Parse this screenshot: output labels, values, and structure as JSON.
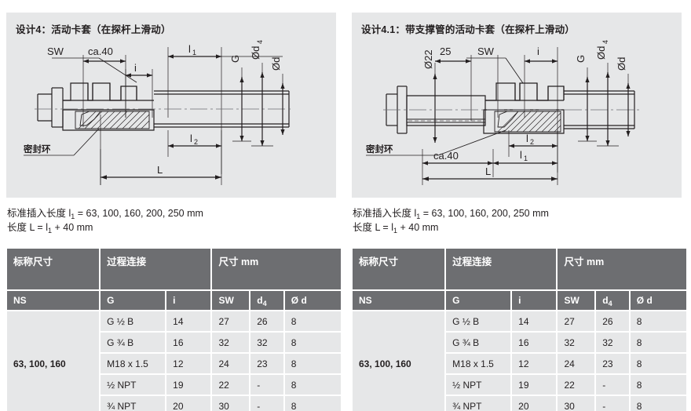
{
  "panels": [
    {
      "title": "设计4：活动卡套（在探杆上滑动）",
      "drawing_labels": {
        "sw": "SW",
        "ca40": "ca.40",
        "i": "i",
        "l1": "l",
        "l1_sub": "1",
        "l2": "l",
        "l2_sub": "2",
        "L": "L",
        "G": "G",
        "d4": "Ød",
        "d4_sub": "4",
        "d": "Ød",
        "seal_ring": "密封环"
      }
    },
    {
      "title": "设计4.1：带支撑管的活动卡套（在探杆上滑动）",
      "drawing_labels": {
        "d22": "Ø22",
        "n25": "25",
        "sw": "SW",
        "i": "i",
        "ca40": "ca.40",
        "l1": "l",
        "l1_sub": "1",
        "l2": "l",
        "l2_sub": "2",
        "L": "L",
        "G": "G",
        "d4": "Ød",
        "d4_sub": "4",
        "d": "Ød",
        "seal_ring": "密封环"
      }
    }
  ],
  "notes": {
    "line1_pre": "标准插入长度 l",
    "line1_sub": "1",
    "line1_post": " = 63, 100, 160, 200, 250 mm",
    "line2_pre": "长度 L = l",
    "line2_sub": "1",
    "line2_post": " + 40 mm"
  },
  "table": {
    "group_headers": [
      "标称尺寸",
      "过程连接",
      "尺寸 mm"
    ],
    "column_headers": [
      "NS",
      "G",
      "i",
      "SW",
      "d",
      "Ø d"
    ],
    "d4_sub": "4",
    "ns_value": "63, 100, 160",
    "rows": [
      {
        "g": "G ½ B",
        "i": "14",
        "sw": "27",
        "d4": "26",
        "od": "8"
      },
      {
        "g": "G ¾ B",
        "i": "16",
        "sw": "32",
        "d4": "32",
        "od": "8"
      },
      {
        "g": "M18 x 1.5",
        "i": "12",
        "sw": "24",
        "d4": "23",
        "od": "8"
      },
      {
        "g": "½ NPT",
        "i": "19",
        "sw": "22",
        "d4": "-",
        "od": "8"
      },
      {
        "g": "¾ NPT",
        "i": "20",
        "sw": "30",
        "d4": "-",
        "od": "8"
      }
    ]
  },
  "colors": {
    "panel_bg": "#e6e7e8",
    "header_bg": "#6d6e71",
    "row_bg": "#e6e7e8",
    "text": "#231f20",
    "line": "#231f20"
  }
}
